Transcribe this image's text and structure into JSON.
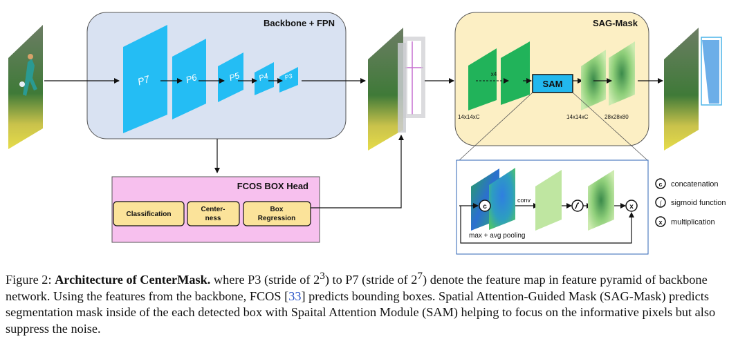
{
  "backbone": {
    "title": "Backbone + FPN",
    "levels": [
      "P7",
      "P6",
      "P5",
      "P4",
      "P3"
    ]
  },
  "fcos": {
    "title": "FCOS BOX Head",
    "boxes": [
      "Classification",
      "Center-\nness",
      "Box\nRegression"
    ]
  },
  "sag": {
    "title": "SAG-Mask",
    "sam_label": "SAM",
    "repeat_label": "x4",
    "dims": [
      "14x14xC",
      "14x14xC",
      "28x28x80"
    ]
  },
  "sam_detail": {
    "conv_label": "conv",
    "pool_label": "max + avg pooling"
  },
  "legend": [
    {
      "symbol": "c",
      "text": "concatenation"
    },
    {
      "symbol": "∫",
      "text": "sigmoid function"
    },
    {
      "symbol": "x",
      "text": "multiplication"
    }
  ],
  "caption": {
    "label": "Figure 2:",
    "title": "Architecture of CenterMask.",
    "t1": " where P3 (stride of 2",
    "e1": "3",
    "t2": ") to P7 (stride of 2",
    "e2": "7",
    "t3": ") denote the feature map in feature pyramid of backbone network. Using the features from the backbone, FCOS [",
    "ref": "33",
    "t4": "] predicts bounding boxes. Spatial Attention-Guided Mask (SAG-Mask) predicts segmentation mask inside of the each detected box with Spaital Attention Module (SAM) helping to focus on the informative pixels but also suppress the noise."
  },
  "colors": {
    "backbone_bg": "#d9e2f2",
    "fpn_blue": "#24bdf4",
    "fcos_bg": "#f7c0ee",
    "fcos_box": "#fbe39a",
    "sag_bg": "#fcefc4",
    "green_dark": "#21b35a",
    "sam_blue": "#22b8ee",
    "green_light": "#bfe6a1",
    "ref_blue": "#2b55c8"
  }
}
